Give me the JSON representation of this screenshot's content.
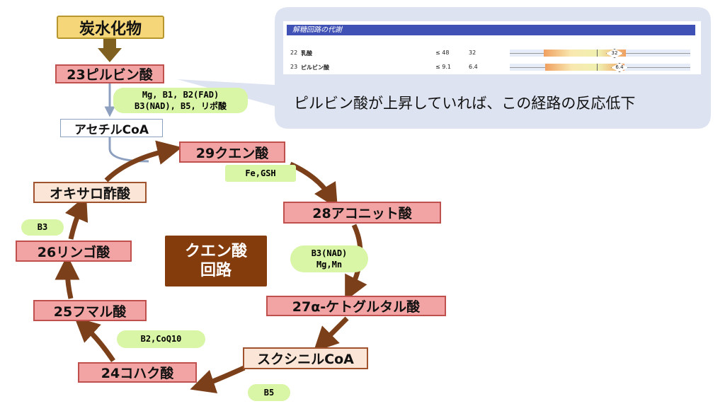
{
  "carbohydrate": "炭水化物",
  "pyruvate": "23ピルビン酸",
  "pdh_cofactors": [
    "Mg, B1, B2(FAD)",
    "B3(NAD), B5, リポ酸"
  ],
  "acetyl_coa": "アセチルCoA",
  "citrate": "29クエン酸",
  "citrate_cofactor": "Fe,GSH",
  "aconitate": "28アコニット酸",
  "aconitate_cofactors": [
    "B3(NAD)",
    "Mg,Mn"
  ],
  "akg": "27α-ケトグルタル酸",
  "succinyl_coa": "スクシニルCoA",
  "succinyl_cofactor": "B5",
  "succinate": "24コハク酸",
  "succinate_cofactor": "B2,CoQ10",
  "fumarate": "25フマル酸",
  "malate": "26リンゴ酸",
  "malate_cofactor": "B3",
  "oxaloacetate": "オキサロ酢酸",
  "cycle_title": [
    "クエン酸",
    "回路"
  ],
  "callout": {
    "text": "ピルビン酸が上昇していれば、この経路の反応低下",
    "report": {
      "section": "解糖回路の代謝",
      "rows": [
        {
          "no": "22",
          "name": "乳酸",
          "ref": "≤ 48",
          "value": "32",
          "marker": "32"
        },
        {
          "no": "23",
          "name": "ピルビン酸",
          "ref": "≤ 9.1",
          "value": "6.4",
          "marker": "6.4"
        }
      ]
    }
  },
  "colors": {
    "arrow": "#7b3f1a",
    "center": "#843c0c",
    "callout_bg": "#dde3f0"
  }
}
